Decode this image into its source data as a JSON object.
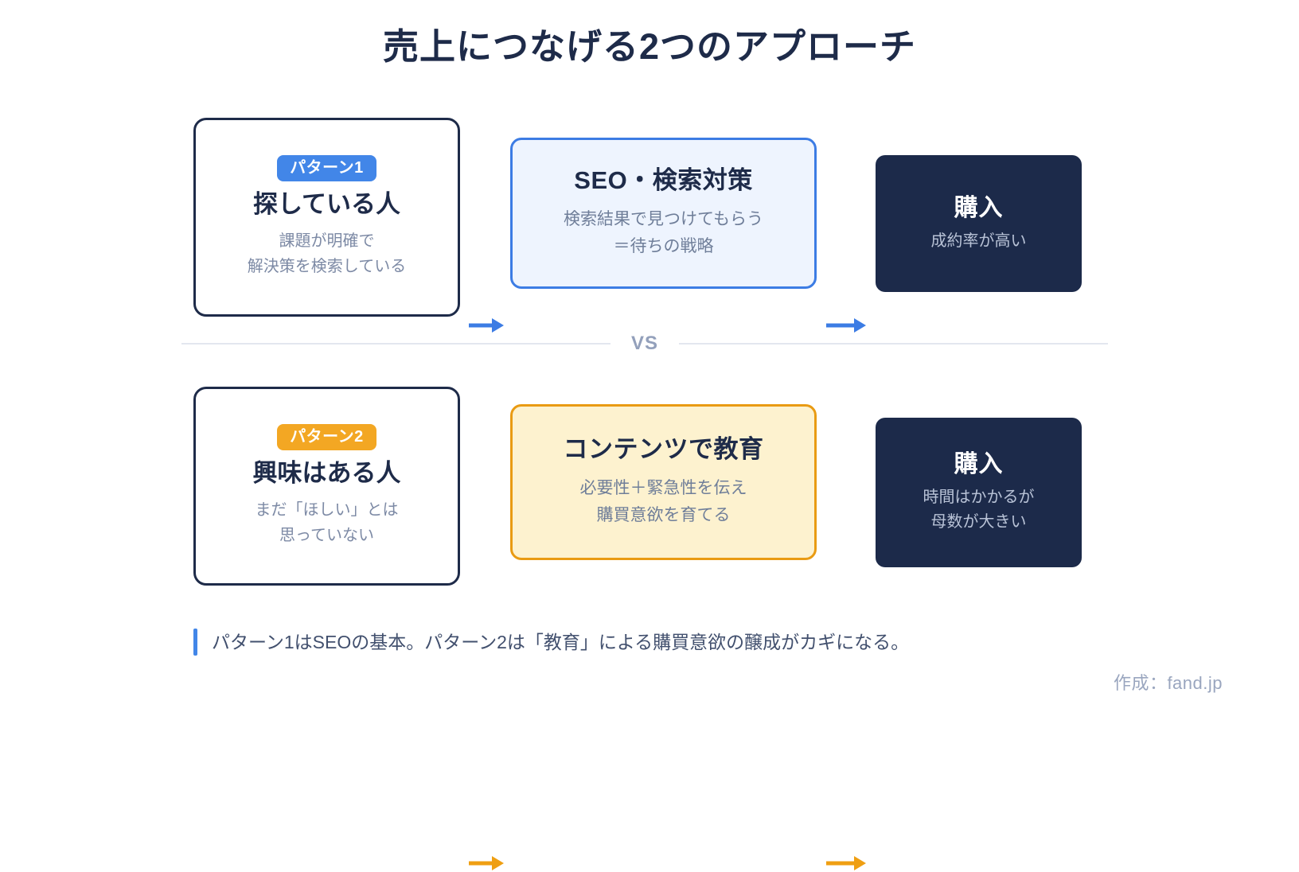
{
  "page": {
    "title": "売上につなげる2つのアプローチ",
    "background_color": "#ffffff",
    "title_color": "#1e2b49"
  },
  "divider": {
    "label": "VS",
    "line_color": "#e3e7ef",
    "label_color": "#93a0bb"
  },
  "rows": [
    {
      "persona": {
        "badge": "パターン1",
        "badge_color": "#4286e8",
        "title": "探している人",
        "desc_line1": "課題が明確で",
        "desc_line2": "解決策を検索している",
        "border_color": "#1e2b49"
      },
      "arrow_color": "#3c7ce4",
      "strategy": {
        "title": "SEO・検索対策",
        "desc_line1": "検索結果で見つけてもらう",
        "desc_line2": "＝待ちの戦略",
        "fill_color": "#eef4fe",
        "border_color": "#3c7ce4"
      },
      "result": {
        "title": "購入",
        "desc_line1": "成約率が高い",
        "desc_line2": "",
        "fill_color": "#1c2a4a"
      }
    },
    {
      "persona": {
        "badge": "パターン2",
        "badge_color": "#f3a723",
        "title": "興味はある人",
        "desc_line1": "まだ「ほしい」とは",
        "desc_line2": "思っていない",
        "border_color": "#1e2b49"
      },
      "arrow_color": "#ef9f12",
      "strategy": {
        "title": "コンテンツで教育",
        "desc_line1": "必要性＋緊急性を伝え",
        "desc_line2": "購買意欲を育てる",
        "fill_color": "#fdf2cf",
        "border_color": "#e99b13"
      },
      "result": {
        "title": "購入",
        "desc_line1": "時間はかかるが",
        "desc_line2": "母数が大きい",
        "fill_color": "#1c2a4a"
      }
    }
  ],
  "footer": {
    "note": "パターン1はSEOの基本。パターン2は「教育」による購買意欲の醸成がカギになる。",
    "accent_color": "#4286e8",
    "credit": "作成：fand.jp"
  }
}
